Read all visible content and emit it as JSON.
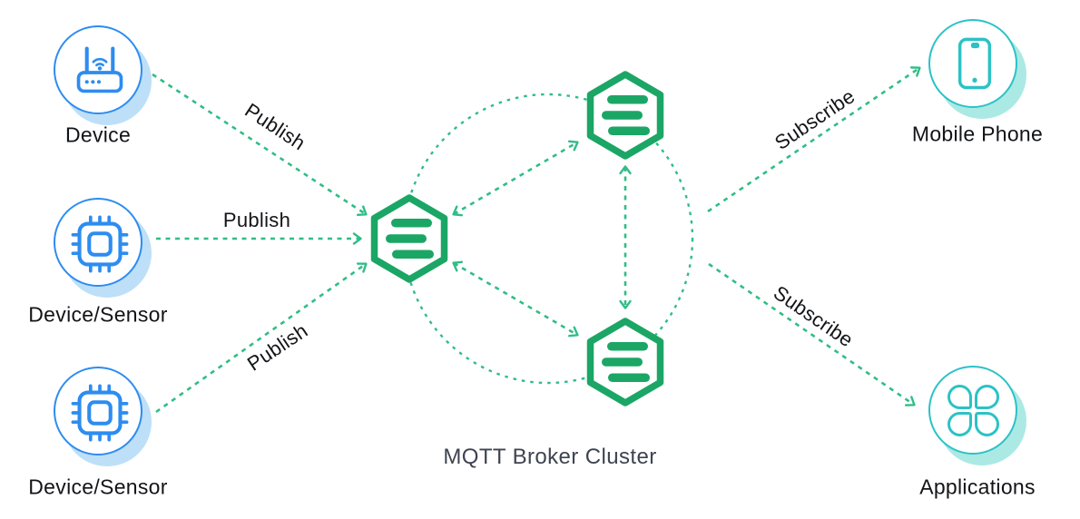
{
  "title": "MQTT Broker Cluster",
  "nodes": {
    "device": "Device",
    "sensor1": "Device/Sensor",
    "sensor2": "Device/Sensor",
    "mobile": "Mobile Phone",
    "applications": "Applications"
  },
  "edges": {
    "publish1": "Publish",
    "publish2": "Publish",
    "publish3": "Publish",
    "subscribe1": "Subscribe",
    "subscribe2": "Subscribe"
  },
  "icons": {
    "device": "wifi-router-icon",
    "sensor": "chip-icon",
    "broker": "hexagon-broker-icon",
    "mobile": "smartphone-icon",
    "applications": "clover-apps-icon"
  },
  "colors": {
    "broker_green": "#1BA666",
    "edge_green": "#30BD86",
    "device_blue": "#2D8CF0",
    "device_blue_shadow": "#BEDFF8",
    "client_teal": "#2BC2C6",
    "client_teal_shadow": "#ABE9E4",
    "label_color": "#131417",
    "title_color": "#3D4450"
  }
}
